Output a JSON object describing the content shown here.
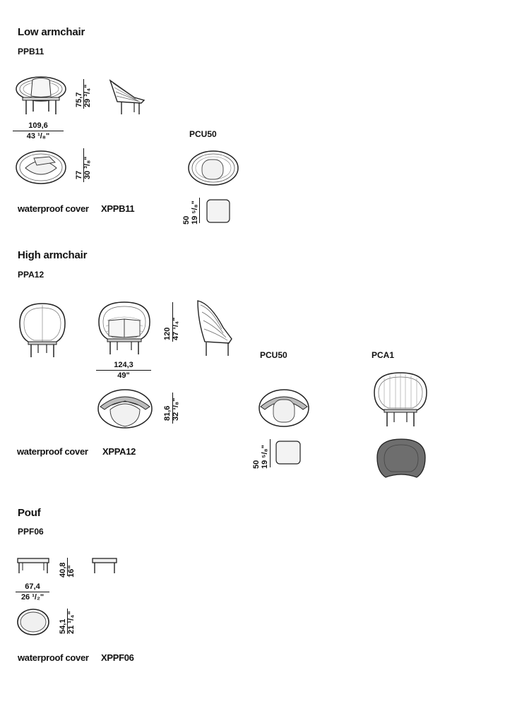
{
  "sections": [
    {
      "title": "Low armchair",
      "code": "PPB11",
      "width_cm": "109,6",
      "width_in": "43 ¹/₈\"",
      "height_cm": "75,7",
      "height_in": "29 ³/₄\"",
      "depth_cm": "77",
      "depth_in": "30 ³/₈\"",
      "cover_label": "waterproof cover",
      "cover_code": "XPPB11",
      "cushion": {
        "code": "PCU50",
        "size_cm": "50",
        "size_in": "19 ⁵/₈\""
      }
    },
    {
      "title": "High armchair",
      "code": "PPA12",
      "width_cm": "124,3",
      "width_in": "49\"",
      "height_cm": "120",
      "height_in": "47 ¹/₄\"",
      "depth_cm": "81,6",
      "depth_in": "32 ¹/₈\"",
      "cover_label": "waterproof cover",
      "cover_code": "XPPA12",
      "cushion": {
        "code": "PCU50",
        "size_cm": "50",
        "size_in": "19 ⁵/₈\""
      },
      "accessory": {
        "code": "PCA1"
      }
    },
    {
      "title": "Pouf",
      "code": "PPF06",
      "width_cm": "67,4",
      "width_in": "26 ¹/₂\"",
      "height_cm": "40,8",
      "height_in": "16\"",
      "depth_cm": "54,1",
      "depth_in": "21 ¹/₄\"",
      "cover_label": "waterproof cover",
      "cover_code": "XPPF06"
    }
  ]
}
